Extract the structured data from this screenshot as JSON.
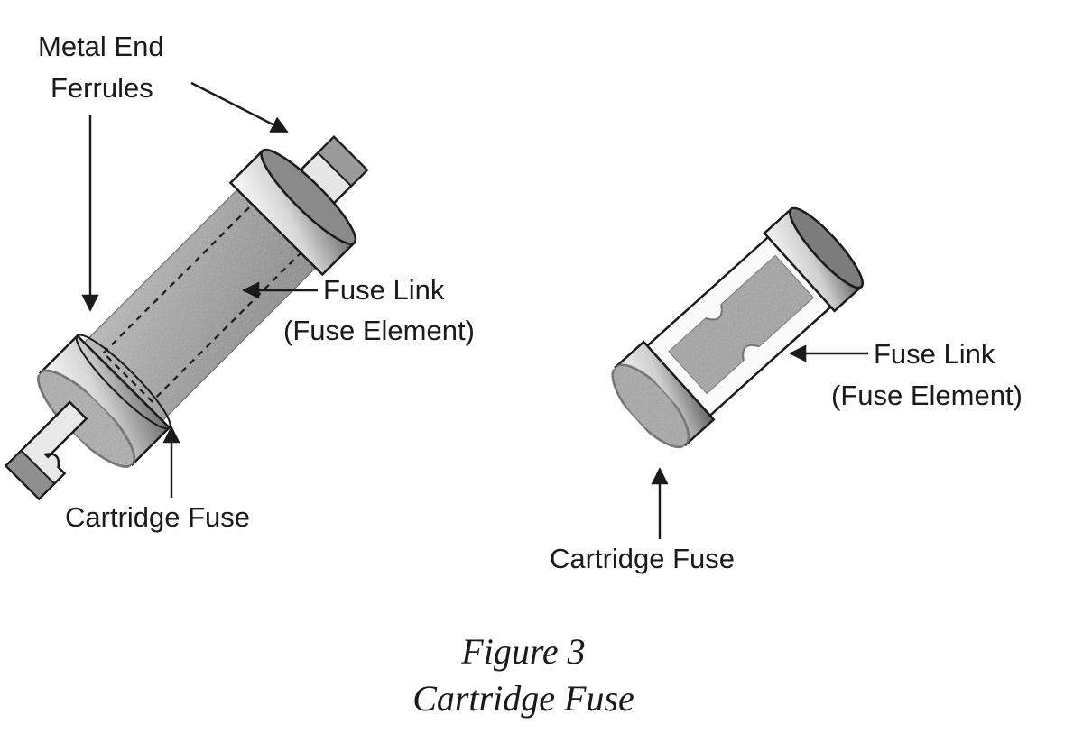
{
  "labels": {
    "ferrules_line1": "Metal End",
    "ferrules_line2": "Ferrules",
    "link_left_line1": "Fuse Link",
    "link_left_line2": "(Fuse Element)",
    "fuse_left": "Cartridge Fuse",
    "link_right_line1": "Fuse Link",
    "link_right_line2": "(Fuse Element)",
    "fuse_right": "Cartridge Fuse"
  },
  "caption": {
    "line1": "Figure 3",
    "line2": "Cartridge Fuse"
  },
  "colors": {
    "ink": "#1a1a1a",
    "ferrule_light": "#f2f2f2",
    "ferrule_dark": "#6e6e6e",
    "body_texture": "#8c8c8c",
    "glass": "#fafafa"
  }
}
